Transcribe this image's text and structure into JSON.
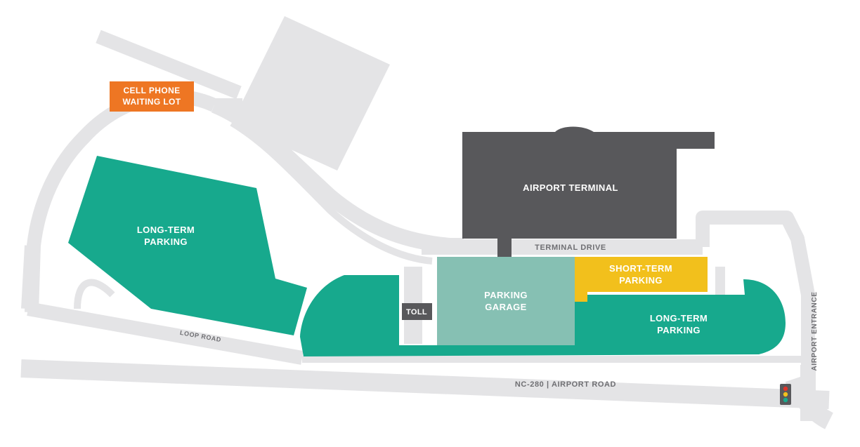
{
  "map": {
    "colors": {
      "road": "#e4e4e6",
      "long_term": "#17a98d",
      "garage": "#86c0b3",
      "short_term": "#f2c01c",
      "terminal": "#58585b",
      "cell_lot": "#ee7623",
      "toll": "#58585b",
      "road_text": "#6f6f73"
    },
    "cell_phone_lot": {
      "line1": "CELL PHONE",
      "line2": "WAITING LOT"
    },
    "long_term_west": {
      "line1": "LONG-TERM",
      "line2": "PARKING"
    },
    "terminal": {
      "label": "AIRPORT TERMINAL"
    },
    "terminal_drive": "TERMINAL DRIVE",
    "parking_garage": {
      "line1": "PARKING",
      "line2": "GARAGE"
    },
    "short_term": {
      "line1": "SHORT-TERM",
      "line2": "PARKING"
    },
    "long_term_east": {
      "line1": "LONG-TERM",
      "line2": "PARKING"
    },
    "toll": "TOLL",
    "loop_road": "LOOP ROAD",
    "airport_road": "NC-280 | AIRPORT ROAD",
    "airport_entrance": "AIRPORT ENTRANCE",
    "icons": [
      "traffic-light-icon"
    ]
  }
}
